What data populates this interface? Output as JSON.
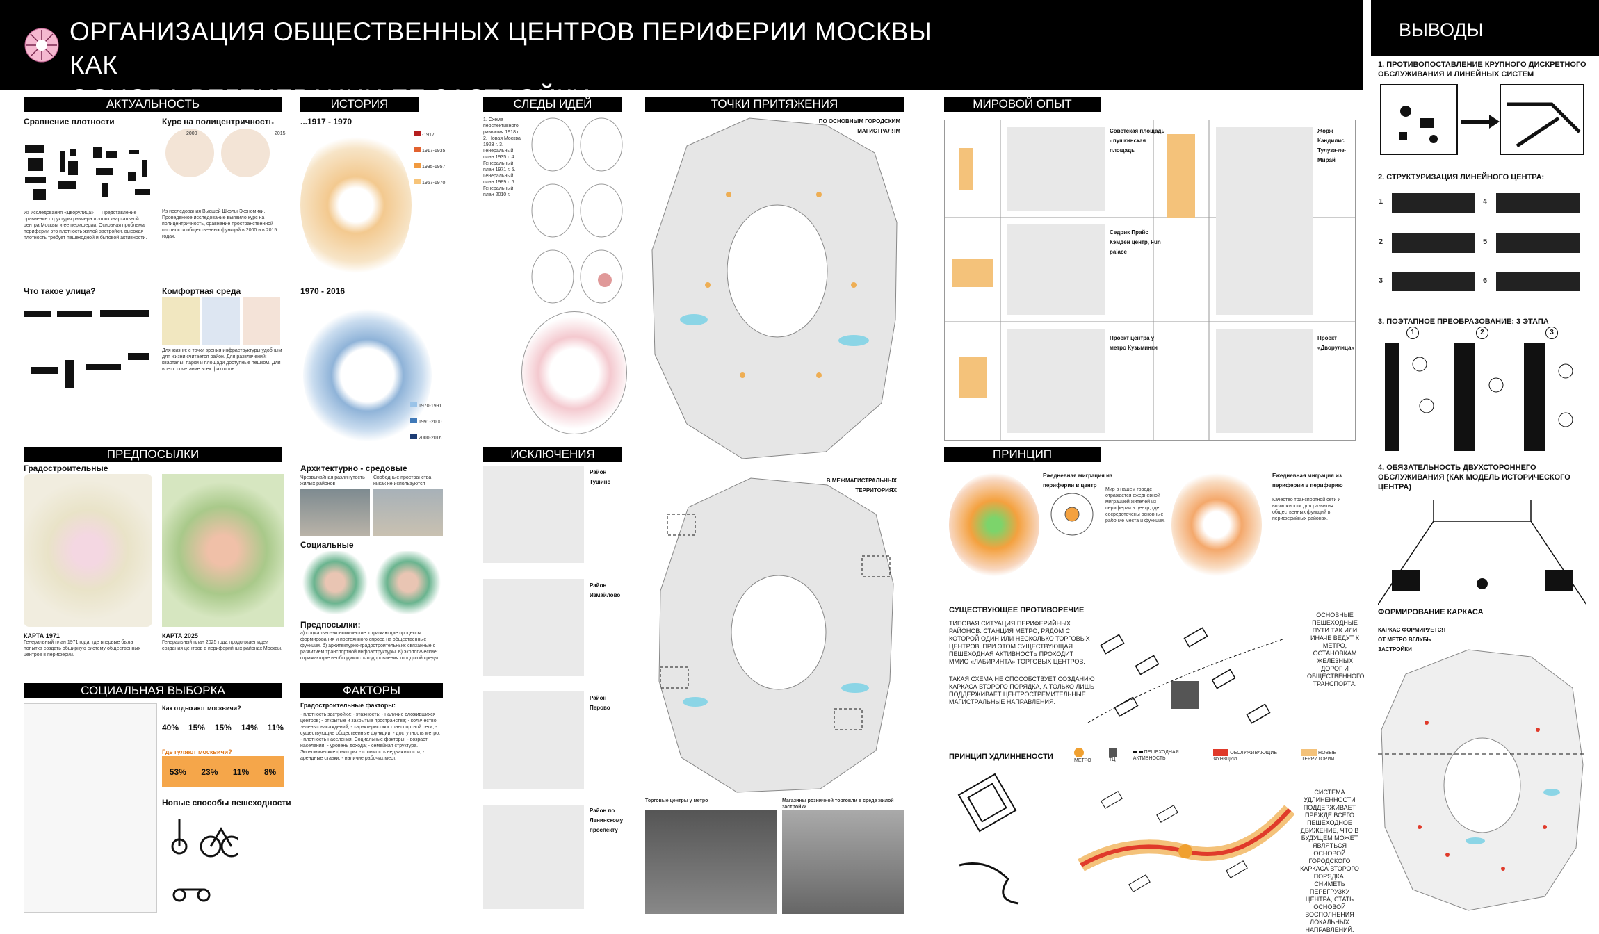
{
  "header": {
    "title_line1": "ОРГАНИЗАЦИЯ ОБЩЕСТВЕННЫХ ЦЕНТРОВ ПЕРИФЕРИИ МОСКВЫ КАК",
    "title_line2": "ОСНОВА РЕГЕНЕРАЦИИ ЕЕ ЗАСТРОЙКИ"
  },
  "sections": {
    "relevance": "АКТУАЛЬНОСТЬ",
    "history": "ИСТОРИЯ",
    "traces": "СЛЕДЫ ИДЕЙ",
    "attraction": "ТОЧКИ ПРИТЯЖЕНИЯ",
    "world": "МИРОВОЙ ОПЫТ",
    "conclusions": "ВЫВОДЫ",
    "prerequisites": "ПРЕДПОСЫЛКИ",
    "exceptions": "ИСКЛЮЧЕНИЯ",
    "principle": "ПРИНЦИП",
    "sampling": "СОЦИАЛЬНАЯ ВЫБОРКА",
    "factors": "ФАКТОРЫ"
  },
  "relevance": {
    "density_title": "Сравнение плотности",
    "polycentric_title": "Курс на полицентричность",
    "street_title": "Что такое улица?",
    "comfort_title": "Комфортная среда",
    "year_a": "2000",
    "year_b": "2015"
  },
  "history": {
    "period1": "...1917 - 1970",
    "period2": "1970 - 2016",
    "legend1": [
      "-1917",
      "1917-1935",
      "1935-1957",
      "1957-1970"
    ],
    "legend2": [
      "1970-1991",
      "1991-2000",
      "2000-2016"
    ]
  },
  "attraction": {
    "label_top": "ПО ОСНОВНЫМ ГОРОДСКИМ МАГИСТРАЛЯМ",
    "label_bottom": "В МЕЖМАГИСТРАЛЬНЫХ ТЕРРИТОРИЯХ",
    "photo1": "Торговые центры у метро",
    "photo2": "Магазины розничной торговли в среде жилой застройки"
  },
  "exceptions": {
    "items": [
      "Район Тушино",
      "Район Измайлово",
      "Район Перово",
      "Район по Ленинскому проспекту"
    ]
  },
  "world": {
    "cases": [
      "Советская площадь - пушкинская площадь",
      "Жорж Кандилис Тулуза-ле-Мирай",
      "Седрик Прайс Кэмден центр, Fun palace",
      "Проект центра у метро Кузьминки",
      "Проект «Дворулица»"
    ]
  },
  "principle": {
    "migration1": "Ежедневная миграция из периферии в центр",
    "migration2": "Ежедневная миграция из периферии в периферию",
    "contradiction_title": "СУЩЕСТВУЮЩЕЕ ПРОТИВОРЕЧИЕ",
    "contradiction_text": "ТИПОВАЯ СИТУАЦИЯ ПЕРИФЕРИЙНЫХ РАЙОНОВ. СТАНЦИЯ МЕТРО, РЯДОМ С КОТОРОЙ ОДИН ИЛИ НЕСКОЛЬКО ТОРГОВЫХ ЦЕНТРОВ. ПРИ ЭТОМ СУЩЕСТВУЮЩАЯ ПЕШЕХОДНАЯ АКТИВНОСТЬ ПРОХОДИТ ММИО «ЛАБИРИНТА» ТОРГОВЫХ ЦЕНТРОВ.",
    "contradiction_text2": "ТАКАЯ СХЕМА НЕ СПОСОБСТВУЕТ СОЗДАНИЮ КАРКАСА ВТОРОГО ПОРЯДКА, А ТОЛЬКО ЛИШЬ ПОДДЕРЖИВАЕТ ЦЕНТРОСТРЕМИТЕЛЬНЫЕ МАГИСТРАЛЬНЫЕ НАПРАВЛЕНИЯ.",
    "right_note": "ОСНОВНЫЕ ПЕШЕХОДНЫЕ ПУТИ ТАК ИЛИ ИНАЧЕ ВЕДУТ К МЕТРО, ОСТАНОВКАМ ЖЕЛЕЗНЫХ ДОРОГ И ОБЩЕСТВЕННОГО ТРАНСПОРТА.",
    "elongation_title": "ПРИНЦИП УДЛИННЕНОСТИ",
    "legend": [
      "МЕТРО",
      "ТЦ",
      "ПЕШЕХОДНАЯ АКТИВНОСТЬ",
      "ОБСЛУЖИВАЮЩИЕ ФУНКЦИИ",
      "НОВЫЕ ТЕРРИТОРИИ"
    ],
    "system_text": "СИСТЕМА УДЛИНЕННОСТИ ПОДДЕРЖИВАЕТ ПРЕЖДЕ ВСЕГО ПЕШЕХОДНОЕ ДВИЖЕНИЕ, ЧТО В БУДУЩЕМ МОЖЕТ ЯВЛЯТЬСЯ ОСНОВОЙ ГОРОДСКОГО КАРКАСА ВТОРОГО ПОРЯДКА. СНИМЕТЬ ПЕРЕГРУЗКУ ЦЕНТРА, СТАТЬ ОСНОВОЙ ВОСПОЛНЕНИЯ ЛОКАЛЬНЫХ НАПРАВЛЕНИЙ."
  },
  "prerequisites": {
    "urban_title": "Градостроительные",
    "arch_title": "Архитектурно - средовые",
    "arch_sub1": "Чрезвычайная разлинутость жилых районов",
    "arch_sub2": "Свободные пространства никак не используются",
    "social_title": "Социальные",
    "map1": "КАРТА 1971",
    "map2": "КАРТА 2025",
    "list_title": "Предпосылки:"
  },
  "sampling": {
    "q1": "Как отдыхают москвичи?",
    "percents1": [
      "40%",
      "15%",
      "15%",
      "14%",
      "11%"
    ],
    "q2": "Где гуляют москвичи?",
    "percents2": [
      "53%",
      "23%",
      "11%",
      "8%"
    ],
    "walk_title": "Новые способы пешеходности"
  },
  "factors": {
    "list_title": "Градостроительные факторы:"
  },
  "conclusions": {
    "c1": "1. ПРОТИВОПОСТАВЛЕНИЕ КРУПНОГО ДИСКРЕТНОГО ОБСЛУЖИВАНИЯ И ЛИНЕЙНЫХ СИСТЕМ",
    "c2": "2. СТРУКТУРИЗАЦИЯ ЛИНЕЙНОГО ЦЕНТРА:",
    "c3": "3. ПОЭТАПНОЕ ПРЕОБРАЗОВАНИЕ: 3 ЭТАПА",
    "c4": "4. ОБЯЗАТЕЛЬНОСТЬ ДВУХСТОРОННЕГО ОБСЛУЖИВАНИЯ (КАК МОДЕЛЬ ИСТОРИЧЕСКОГО ЦЕНТРА)",
    "c5": "ФОРМИРОВАНИЕ КАРКАСА",
    "c5_sub": "КАРКАС ФОРМИРУЕТСЯ ОТ МЕТРО ВГЛУБЬ ЗАСТРОЙКИ",
    "stage_nums": [
      "1",
      "2",
      "3"
    ],
    "struct_nums": [
      "1",
      "2",
      "3",
      "4",
      "5",
      "6"
    ]
  }
}
